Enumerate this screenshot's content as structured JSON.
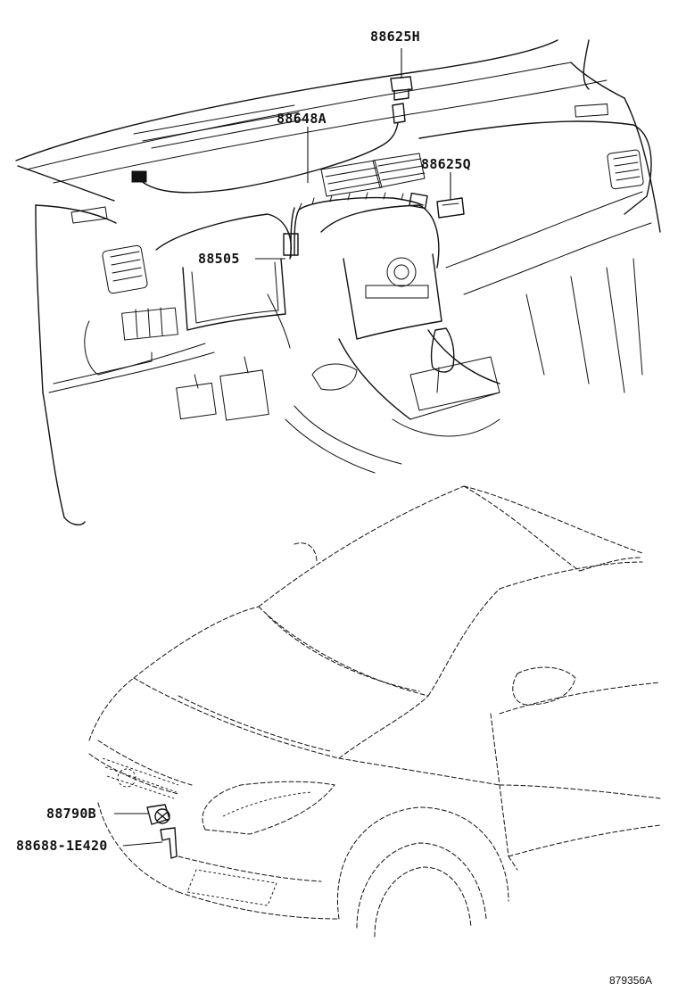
{
  "diagram": {
    "reference_code": "879356A",
    "callouts": [
      {
        "id": "p1",
        "part_number": "88625H"
      },
      {
        "id": "p2",
        "part_number": "88648A"
      },
      {
        "id": "p3",
        "part_number": "88625Q"
      },
      {
        "id": "p4",
        "part_number": "88505"
      },
      {
        "id": "p5",
        "part_number": "88790B"
      },
      {
        "id": "p6",
        "part_number": "88688-1E420"
      }
    ]
  }
}
